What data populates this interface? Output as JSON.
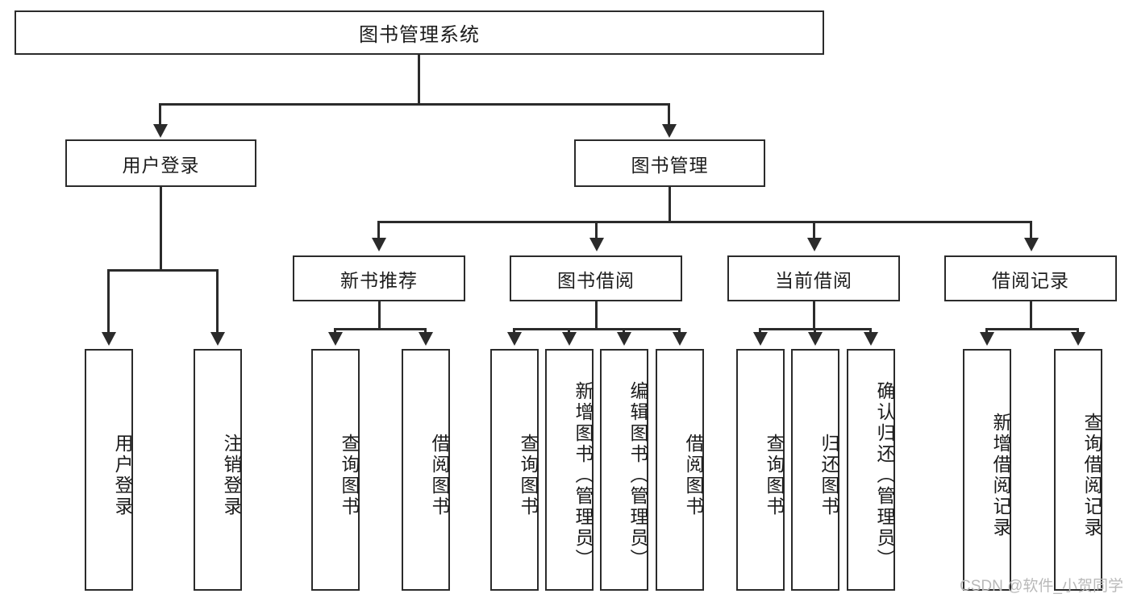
{
  "diagram": {
    "type": "tree-hierarchy",
    "title": "图书管理系统",
    "root": {
      "label": "图书管理系统"
    },
    "level2": [
      {
        "label": "用户登录"
      },
      {
        "label": "图书管理"
      }
    ],
    "level3": [
      {
        "label": "新书推荐"
      },
      {
        "label": "图书借阅"
      },
      {
        "label": "当前借阅"
      },
      {
        "label": "借阅记录"
      }
    ],
    "leaves": {
      "user_login": [
        {
          "label": "用户登录"
        },
        {
          "label": "注销登录"
        }
      ],
      "new_book_recommend": [
        {
          "label": "查询图书"
        },
        {
          "label": "借阅图书"
        }
      ],
      "book_borrow": [
        {
          "label": "查询图书"
        },
        {
          "label": "新增图书（管理员）"
        },
        {
          "label": "编辑图书（管理员）"
        },
        {
          "label": "借阅图书"
        }
      ],
      "current_borrow": [
        {
          "label": "查询图书"
        },
        {
          "label": "归还图书"
        },
        {
          "label": "确认归还（管理员）"
        }
      ],
      "borrow_record": [
        {
          "label": "新增借阅记录"
        },
        {
          "label": "查询借阅记录"
        }
      ]
    }
  },
  "watermark": {
    "text": "CSDN @软件_小贺同学"
  },
  "colors": {
    "stroke": "#2b2b2b",
    "fill": "#ffffff",
    "text": "#1c1c1c",
    "watermark": "#b9b9b9"
  }
}
